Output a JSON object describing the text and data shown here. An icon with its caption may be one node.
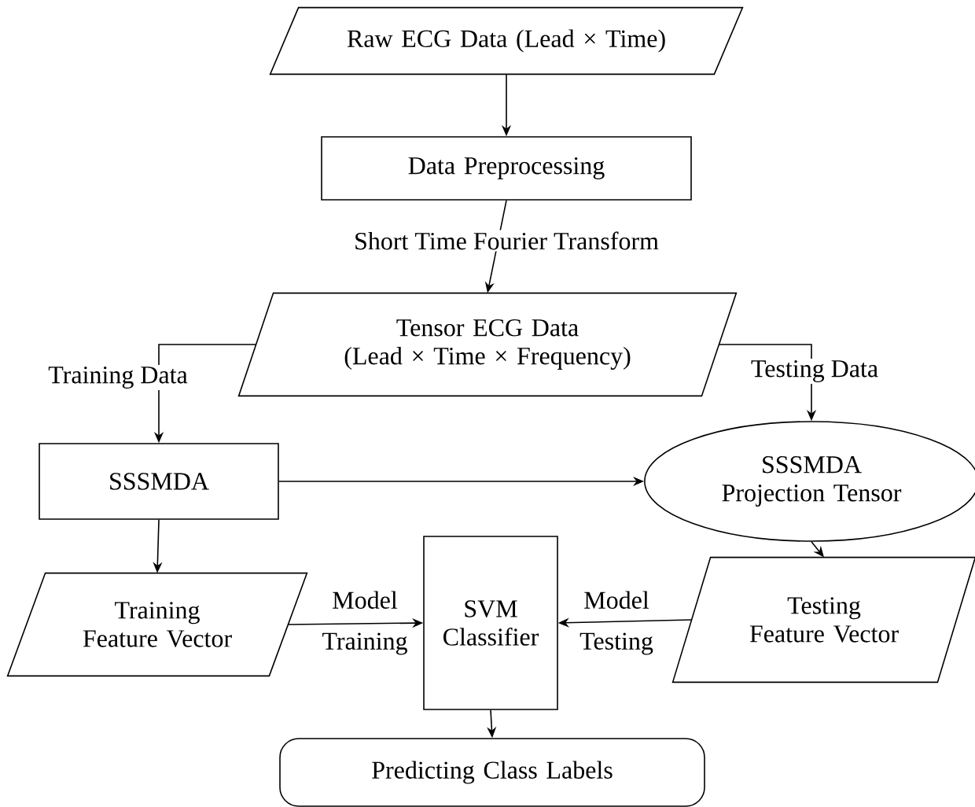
{
  "diagram": {
    "nodes": [
      {
        "text": [
          "Raw ECG Data (Lead × Time)"
        ]
      },
      {
        "text": [
          "Data Preprocessing"
        ]
      },
      {
        "text": [
          "Tensor ECG Data",
          "(Lead × Time × Frequency)"
        ]
      },
      {
        "text": [
          "SSSMDA"
        ]
      },
      {
        "text": [
          "SSSMDA Projection Tensor"
        ]
      },
      {
        "text": [
          "Training Feature Vector"
        ]
      },
      {
        "text": [
          "SVM Classifier"
        ]
      },
      {
        "text": [
          "Testing Feature Vector"
        ]
      },
      {
        "text": [
          "Predicting Class Labels"
        ]
      }
    ],
    "edges": [
      {
        "from": 0,
        "to": 1,
        "arrow": "to"
      },
      {
        "from": 1,
        "to": 2,
        "arrow": "to",
        "label": "Short Time Fourier Transform"
      },
      {
        "from": 2,
        "to": 3,
        "arrow": "to",
        "label": "Training Data"
      },
      {
        "from": 2,
        "to": 4,
        "arrow": "to",
        "label": "Testing Data"
      },
      {
        "from": 3,
        "to": 4,
        "arrow": "to"
      },
      {
        "from": 3,
        "to": 5,
        "arrow": "to"
      },
      {
        "from": 4,
        "to": 7,
        "arrow": "to"
      },
      {
        "from": 5,
        "to": 6,
        "arrow": "to",
        "label": "Model Training"
      },
      {
        "from": 7,
        "to": 6,
        "arrow": "to",
        "label": "Model Testing"
      },
      {
        "from": 6,
        "to": 8,
        "arrow": "to"
      }
    ]
  }
}
